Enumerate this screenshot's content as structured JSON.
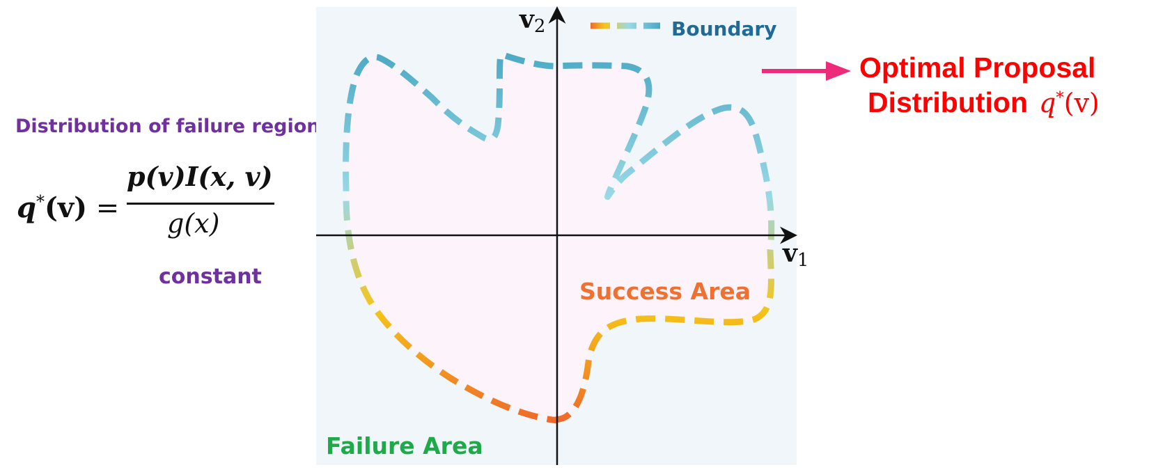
{
  "left_panel": {
    "title": "Distribution of failure region",
    "formula": {
      "lhs_symbol": "q",
      "lhs_sup": "*",
      "lhs_arg": "(v)",
      "equals": "=",
      "numerator": "p(v)I(x, v)",
      "denominator": "g(x)"
    },
    "constant_label": "constant"
  },
  "diagram": {
    "axis_x_label": "v",
    "axis_x_sub": "1",
    "axis_y_label": "v",
    "axis_y_sub": "2",
    "legend_label": "Boundary",
    "success_label": "Success Area",
    "failure_label": "Failure Area",
    "colors": {
      "background": "#f0f6f9",
      "region_fill": "#fdf3fb",
      "boundary_top": "#4aa8c4",
      "boundary_mid": "#9ad9e6",
      "boundary_low": "#f5c518",
      "boundary_bottom": "#ee6a2a",
      "success_text": "#f07030",
      "failure_text": "#1faa4a",
      "legend_text": "#1f6b96"
    }
  },
  "right_panel": {
    "line1": "Optimal Proposal",
    "line2": "Distribution",
    "q_symbol": "q",
    "q_sup": "*",
    "q_arg": "(v)",
    "arrow_color": "#ee2b7b",
    "text_color": "#ff0000"
  }
}
